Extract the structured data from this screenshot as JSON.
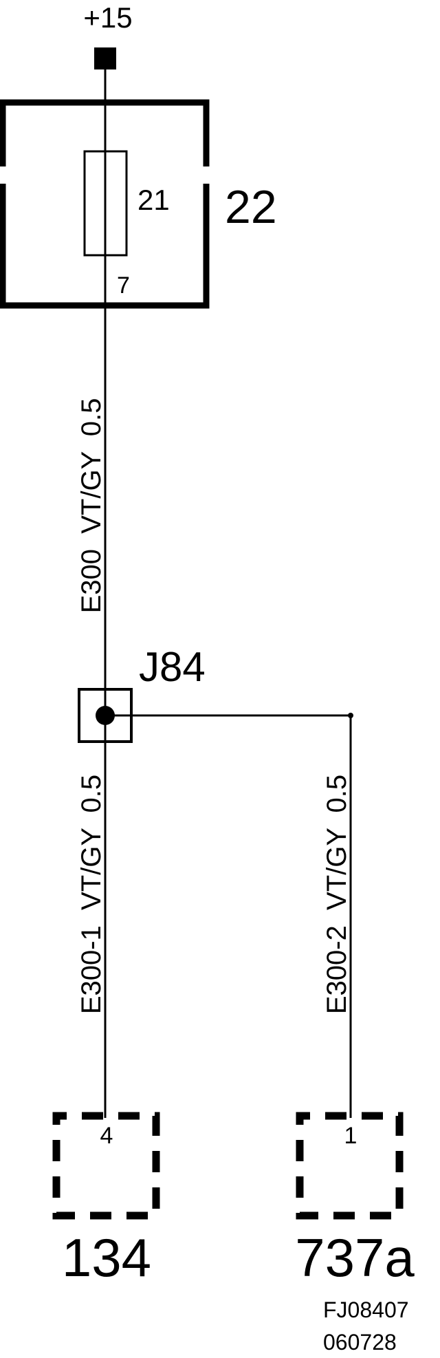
{
  "supply": {
    "label": "+15"
  },
  "fuse_box": {
    "id": "22",
    "fuse_number": "21",
    "pin": "7"
  },
  "wire_main": {
    "label": "E300  VT/GY  0.5"
  },
  "junction": {
    "id": "J84"
  },
  "wire_left": {
    "label": "E300-1  VT/GY  0.5"
  },
  "wire_right": {
    "label": "E300-2  VT/GY  0.5"
  },
  "connector_left": {
    "id": "134",
    "pin": "4"
  },
  "connector_right": {
    "id": "737a",
    "pin": "1"
  },
  "footer": {
    "code": "FJ08407",
    "date": "060728"
  }
}
